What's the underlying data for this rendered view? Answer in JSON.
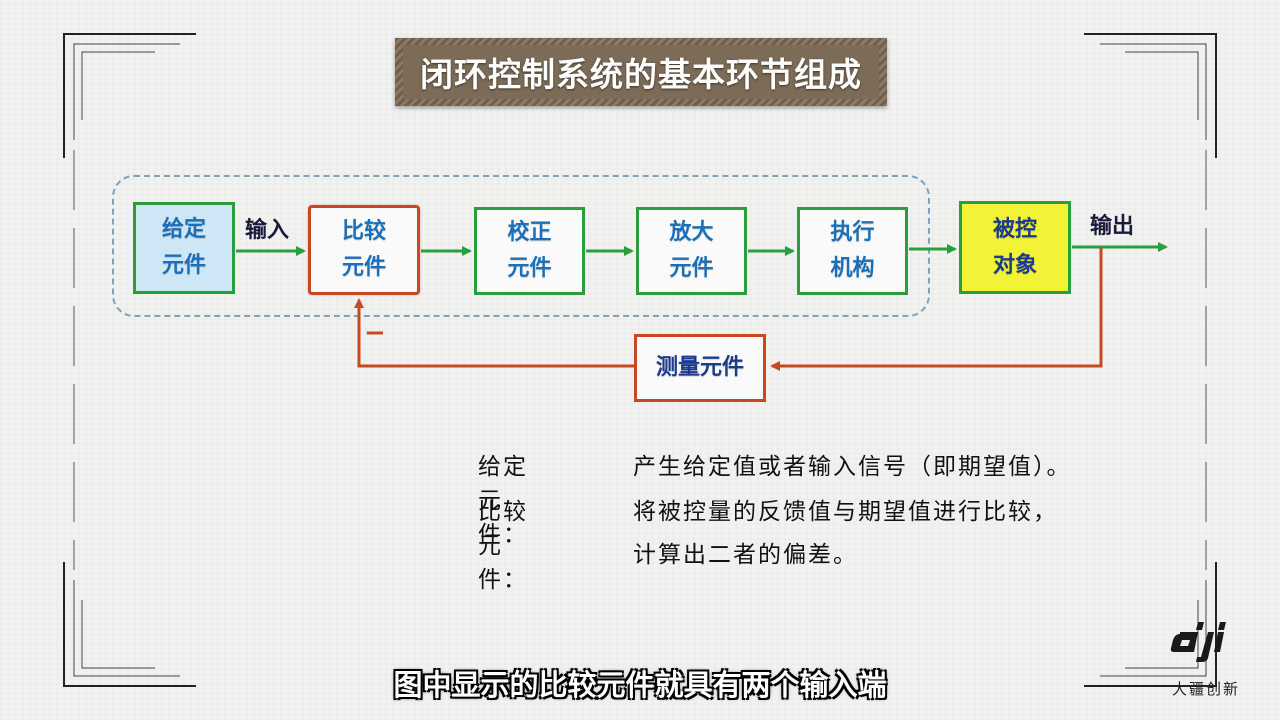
{
  "title": "闭环控制系统的基本环节组成",
  "diagram": {
    "blocks": {
      "given": [
        "给定",
        "元件"
      ],
      "compare": [
        "比较",
        "元件"
      ],
      "correction": [
        "校正",
        "元件"
      ],
      "amplifier": [
        "放大",
        "元件"
      ],
      "executor": [
        "执行",
        "机构"
      ],
      "plant": [
        "被控",
        "对象"
      ],
      "measure": "测量元件"
    },
    "labels": {
      "input": "输入",
      "output": "输出",
      "minus": "−"
    },
    "colors": {
      "forward_arrow": "#2a9d3c",
      "feedback_arrow": "#c8491f",
      "block_text": "#1b6fb8",
      "plant_fill": "#f2f236",
      "given_fill": "#cfe6f6",
      "group_border": "#7fa3bd"
    }
  },
  "descriptions": [
    {
      "key": "给定元件：",
      "lines": [
        "产生给定值或者输入信号（即期望值）。"
      ]
    },
    {
      "key": "比较元件：",
      "lines": [
        "将被控量的反馈值与期望值进行比较，",
        "计算出二者的偏差。"
      ]
    }
  ],
  "subtitle": "图中显示的比较元件就具有两个输入端",
  "logo": {
    "mark": "dji",
    "caption": "大疆创新"
  }
}
